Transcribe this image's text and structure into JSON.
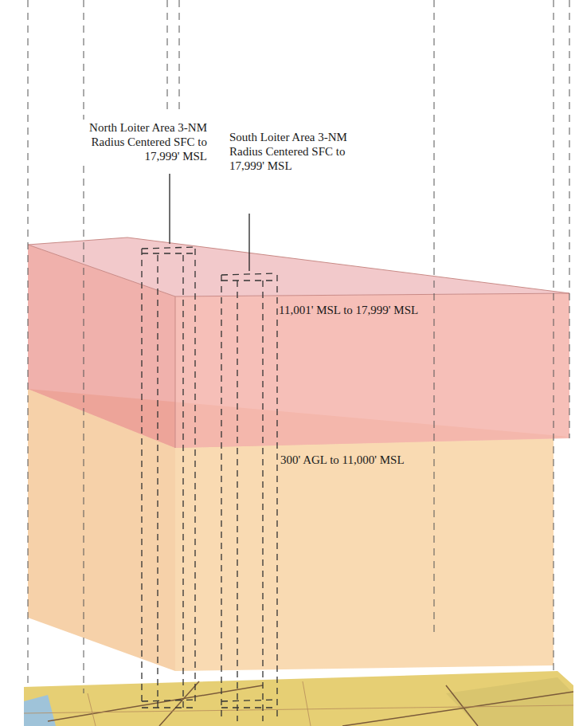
{
  "diagram": {
    "nodes": [
      {
        "text": [
          "11,001' MSL to 17,999' MSL"
        ]
      },
      {
        "text": [
          "300' AGL to 11,000' MSL"
        ]
      }
    ],
    "labels": [
      "North Loiter Area 3-NM Radius Centered SFC to 17,999' MSL",
      "South Loiter Area 3-NM Radius Centered SFC to 17,999' MSL"
    ]
  }
}
